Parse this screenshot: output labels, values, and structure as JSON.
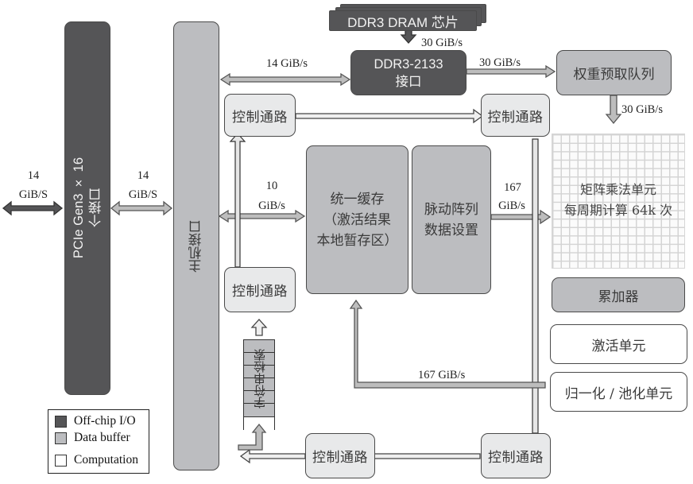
{
  "title": "TPU 架构框图",
  "blocks": {
    "dram_chip": "DDR3 DRAM 芯片",
    "ddr_interface_line1": "DDR3-2133",
    "ddr_interface_line2": "接口",
    "weight_fifo": "权重预取队列",
    "pcie_line1": "PCIe Gen3 × 16",
    "pcie_line2": "个接口",
    "host_interface": "主机接口",
    "control_path": "控制通路",
    "unified_buffer_line1": "统一缓存",
    "unified_buffer_line2": "（激活结果",
    "unified_buffer_line3": "本地暂存区）",
    "systolic_setup_line1": "脉动阵列",
    "systolic_setup_line2": "数据设置",
    "matrix_unit_line1": "矩阵乘法单元",
    "matrix_unit_line2": "每周期计算 64k 次",
    "accumulators": "累加器",
    "activation_unit": "激活单元",
    "norm_pool_unit": "归一化 / 池化单元",
    "instruction_queue": "字符串检索"
  },
  "bandwidth_labels": {
    "dram_to_ddr": "30 GiB/s",
    "host_to_ddr": "14 GiB/s",
    "ddr_to_weight": "30 GiB/s",
    "weight_to_matrix": "30 GiB/s",
    "external_pcie_value": "14",
    "external_pcie_unit": "GiB/S",
    "pcie_to_host_value": "14",
    "pcie_to_host_unit": "GiB/S",
    "host_to_ub_value": "10",
    "host_to_ub_unit": "GiB/s",
    "setup_to_matrix_value": "167",
    "setup_to_matrix_unit": "GiB/s",
    "feedback": "167 GiB/s"
  },
  "legend": {
    "items": [
      {
        "label": "Off-chip I/O",
        "color": "#555557"
      },
      {
        "label": "Data buffer",
        "color": "#bcbdc0"
      },
      {
        "label": "Computation",
        "color": "#ffffff"
      }
    ]
  },
  "colors": {
    "off_chip": "#555557",
    "buffer": "#bcbdc0",
    "control": "#e8e9ea",
    "computation": "#ffffff"
  }
}
